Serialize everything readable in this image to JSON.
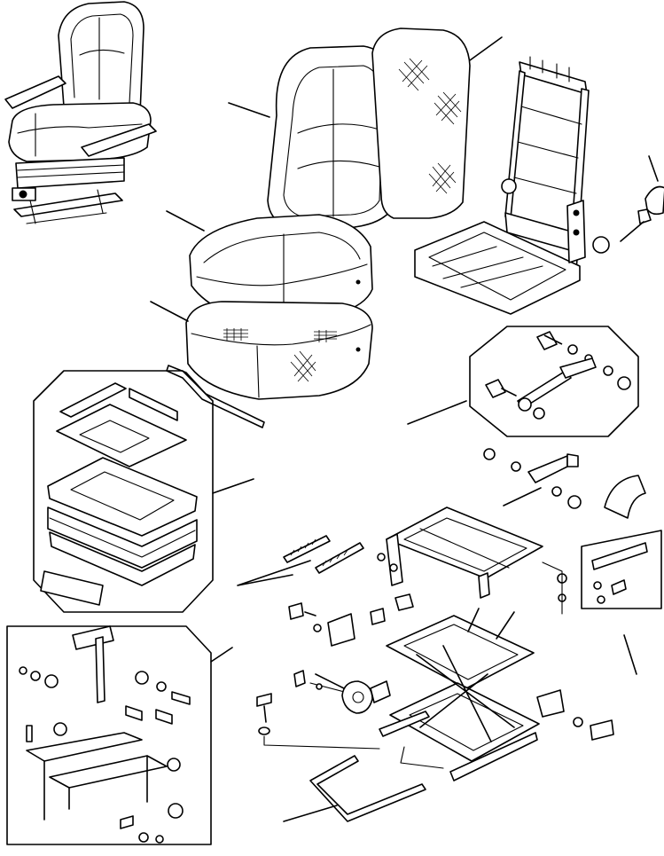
{
  "diagram": {
    "background": "#ffffff",
    "line_color": "#000000",
    "components": [
      "assembled-seat",
      "backrest-cushion",
      "backrest-frame-cover",
      "seat-frame",
      "adjust-lever-knob",
      "seat-cushion",
      "seat-cushion-base",
      "wire-rod",
      "gas-spring-kit",
      "suspension-bellows-kit",
      "slide-bracket-parts",
      "band-label",
      "springs",
      "upper-frame",
      "scissor-suspension",
      "adjust-knob",
      "small-parts-kit",
      "lower-linkage-kit",
      "slide-rails",
      "slide-handle-bar",
      "end-cap"
    ]
  }
}
